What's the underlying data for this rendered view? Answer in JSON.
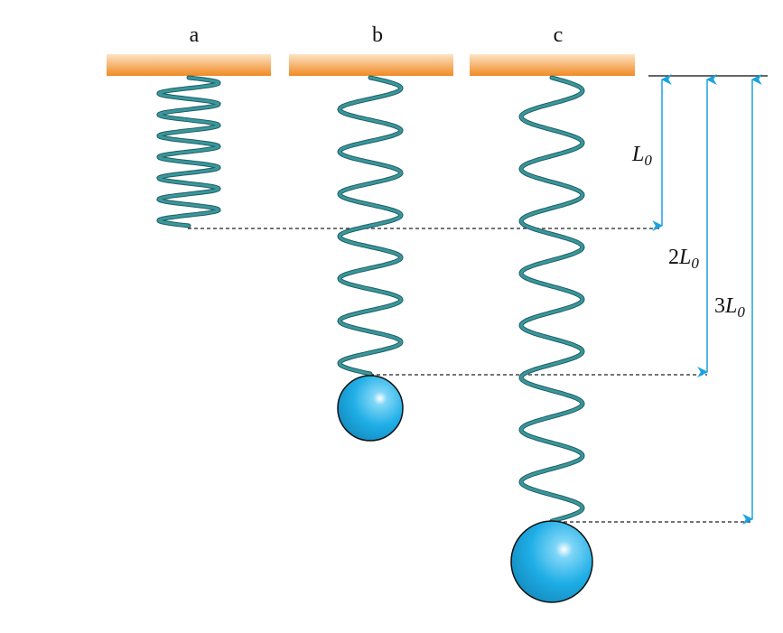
{
  "labels": {
    "a": "a",
    "b": "b",
    "c": "c"
  },
  "dimensions": [
    {
      "coef": "",
      "symbol": "L",
      "sub": "0"
    },
    {
      "coef": "2",
      "symbol": "L",
      "sub": "0"
    },
    {
      "coef": "3",
      "symbol": "L",
      "sub": "0"
    }
  ],
  "springs": [
    {
      "id": "a",
      "coils": 7,
      "mass": false
    },
    {
      "id": "b",
      "coils": 7,
      "mass": true
    },
    {
      "id": "c",
      "coils": 8.5,
      "mass": true
    }
  ],
  "colors": {
    "ceiling": "#f39a3c",
    "spring": "#3a979c",
    "spring_dark": "#1f5e62",
    "ball": "#1eaee6",
    "arrow": "#1aa3e0"
  }
}
